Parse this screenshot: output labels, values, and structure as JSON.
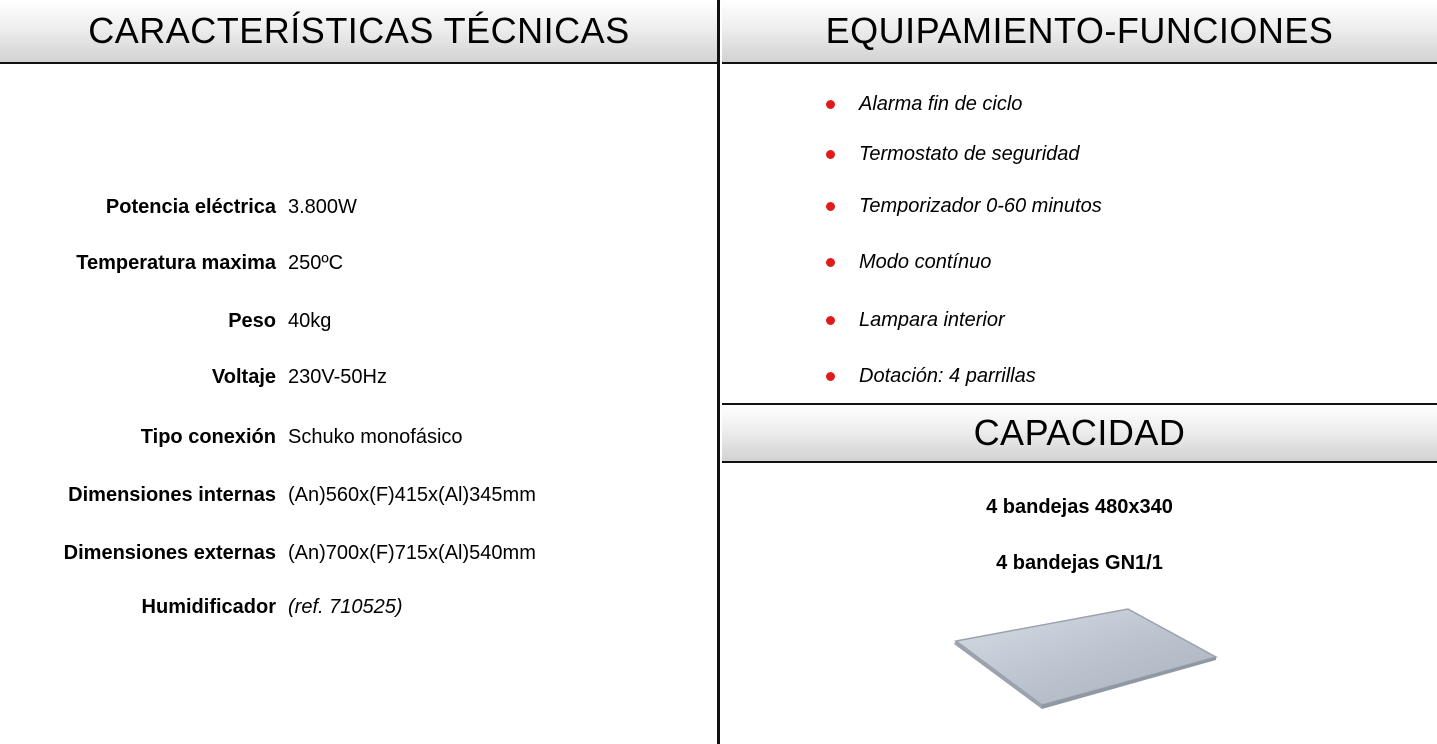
{
  "headers": {
    "specs_title": "CARACTERÍSTICAS TÉCNICAS",
    "features_title": "EQUIPAMIENTO-FUNCIONES",
    "capacity_title": "CAPACIDAD"
  },
  "specs": [
    {
      "label": "Potencia eléctrica",
      "value": "3.800W"
    },
    {
      "label": "Temperatura maxima",
      "value": "250ºC"
    },
    {
      "label": "Peso",
      "value": "40kg"
    },
    {
      "label": "Voltaje",
      "value": "230V-50Hz"
    },
    {
      "label": "Tipo conexión",
      "value": "Schuko monofásico"
    },
    {
      "label": "Dimensiones internas",
      "value": "(An)560x(F)415x(Al)345mm"
    },
    {
      "label": "Dimensiones externas",
      "value": "(An)700x(F)715x(Al)540mm"
    },
    {
      "label": "Humidificador",
      "value": "(ref. 710525)"
    }
  ],
  "features": [
    "Alarma fin de ciclo",
    "Termostato de seguridad",
    "Temporizador 0-60 minutos",
    "Modo contínuo",
    "Lampara interior",
    "Dotación: 4 parrillas"
  ],
  "capacity": {
    "line1": "4 bandejas 480x340",
    "line2": "4 bandejas GN1/1",
    "image": "baking-tray"
  },
  "colors": {
    "bullet": "#e11b1b",
    "divider": "#111111",
    "header_gradient_end": "#d2d2d2"
  }
}
